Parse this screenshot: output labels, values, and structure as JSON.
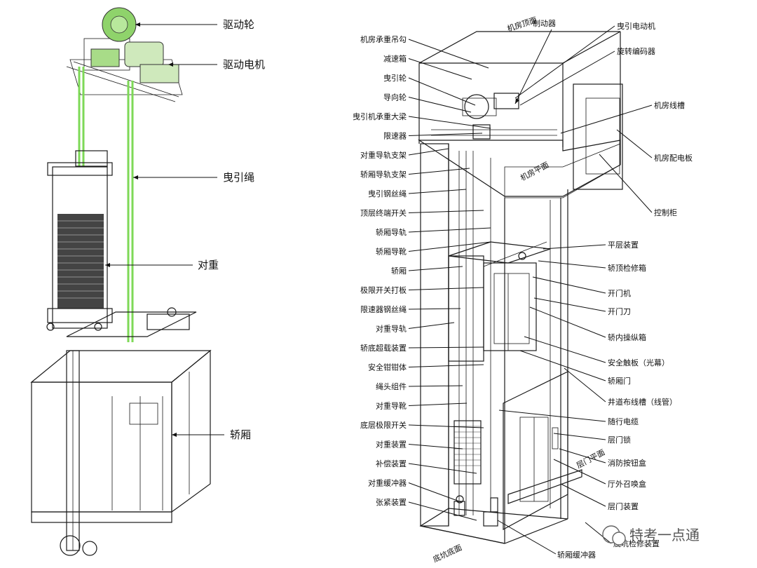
{
  "left_labels": [
    {
      "key": "drive_wheel",
      "text": "驱动轮"
    },
    {
      "key": "drive_motor",
      "text": "驱动电机"
    },
    {
      "key": "traction_rope",
      "text": "曳引绳"
    },
    {
      "key": "counterweight",
      "text": "对重"
    },
    {
      "key": "car",
      "text": "轿厢"
    }
  ],
  "right_left_labels": [
    "机房承重吊勾",
    "减速箱",
    "曳引轮",
    "导向轮",
    "曳引机承重大梁",
    "限速器",
    "对重导轨支架",
    "轿厢导轨支架",
    "曳引钢丝绳",
    "顶层终端开关",
    "轿厢导轨",
    "轿厢导靴",
    "轿厢",
    "极限开关打板",
    "限速器钢丝绳",
    "对重导轨",
    "轿底超载装置",
    "安全钳钳体",
    "绳头组件",
    "对重导靴",
    "底层极限开关",
    "对重装置",
    "补偿装置",
    "对重缓冲器",
    "张紧装置"
  ],
  "right_right_labels": [
    "曳引电动机",
    "旋转编码器",
    "机房线槽",
    "机房配电板",
    "控制柜",
    "平层装置",
    "轿顶检修箱",
    "开门机",
    "开门刀",
    "轿内操纵箱",
    "安全触板（光幕）",
    "轿厢门",
    "井道布线槽（线管）",
    "随行电缆",
    "层门锁",
    "消防按钮盒",
    "厅外召唤盒",
    "层门装置",
    "底坑检修装置"
  ],
  "top_labels": {
    "brake": "制动器",
    "machine_room_ceiling": "机房顶面"
  },
  "plane_labels": {
    "machine_room_floor": "机房平面",
    "landing_floor": "层门平面",
    "pit_floor": "底坑底面"
  },
  "bottom_label": "轿厢缓冲器",
  "watermark": "特考一点通",
  "colors": {
    "rope_highlight": "#7ed957",
    "drive_highlight": "#7ed957"
  }
}
